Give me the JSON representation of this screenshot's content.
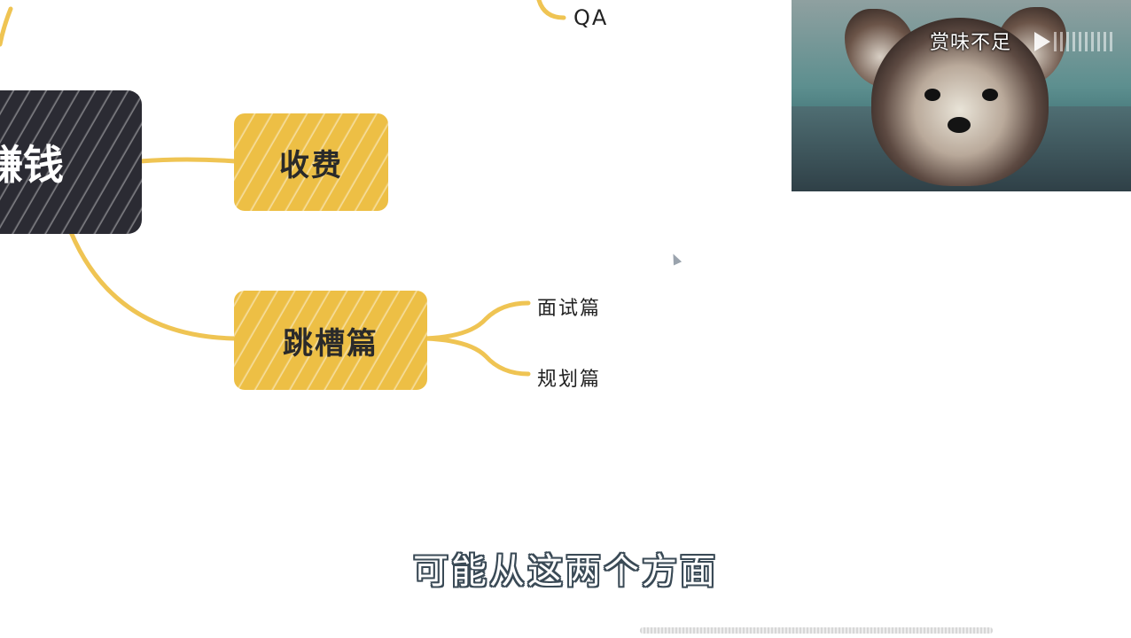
{
  "mindmap": {
    "root": {
      "label": "赚钱"
    },
    "branches": [
      {
        "label": "收费",
        "children": []
      },
      {
        "label": "跳槽篇",
        "children": [
          "面试篇",
          "规划篇"
        ]
      }
    ],
    "top_leaf": "QA"
  },
  "video_overlay": {
    "caption": "赏味不足",
    "icon": "play-icon"
  },
  "subtitle": "可能从这两个方面",
  "colors": {
    "branch_fill": "#edbf45",
    "root_fill": "#2b2b33",
    "connector": "#efc453",
    "subtitle_outline": "#3a4a56"
  }
}
